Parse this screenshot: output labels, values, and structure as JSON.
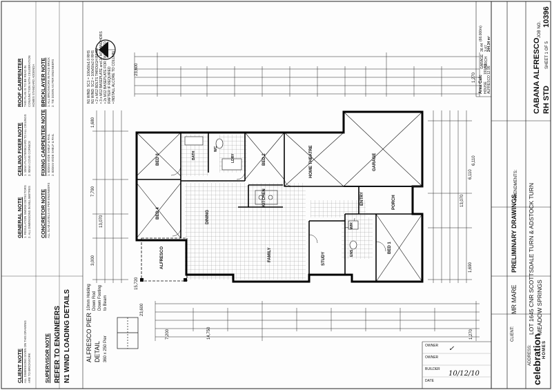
{
  "title_block": {
    "project": "CABANA ALFRESCO",
    "variant": "RH STD",
    "sheet": "SHEET 1 OF 5",
    "job_label": "JOB NO.",
    "job_no": "10396",
    "drawing_status": "PRELIMINARY DRAWINGS",
    "client_label": "CLIENT:",
    "client": "MR MARE",
    "address_label": "ADDRESS:",
    "address_line1": "LOT 1645 CNR SCOTTSDALE TURN & ADSTOCK TURN",
    "address_line2": "MEADOW SPRINGS",
    "amendments_label": "AMENDMENTS:",
    "brand_name": "celebration",
    "brand_sub": "HOMES",
    "owner_label": "OWNER",
    "builder_label": "BUILDER",
    "date_label": "DATE",
    "signature_date": "10/12/10"
  },
  "area_calc": {
    "heading": "Area Calc",
    "rows": [
      {
        "name": "HOUSE",
        "value": "191.52"
      },
      {
        "name": "ALFRESCO",
        "value": "12.95"
      },
      {
        "name": "GARAGE",
        "value": "36.44"
      },
      {
        "name": "PORCH",
        "value": "3.47"
      }
    ],
    "total": "244.34 m²",
    "dimension": "(66.000m)"
  },
  "notes": [
    {
      "heading": "ROOF CARPENTER",
      "lines": [
        "THIS PLAN IS TO BE READ IN",
        "CONJUNCTION WITH CELEBRATION",
        "HOMES STANDARD ADDENDA"
      ]
    },
    {
      "heading": "CEILING FIXER NOTE",
      "lines": [
        "1. 10mm PLASTERBOARD TO ALL CEILINGS",
        "2. 90mm COVE CORNICE"
      ]
    },
    {
      "heading": "GENERAL NOTE",
      "lines": [
        "1. REGULATION SMOKE DETECTORS",
        "2. ALL DIMENSIONS IN MILLIMETRES"
      ]
    },
    {
      "heading": "CONCRETOR NOTE",
      "lines": [
        "ALL SLAB LEVELS AS PER ENGINEERS"
      ]
    },
    {
      "heading": "FIXING CARPENTER NOTE",
      "lines": [
        "1. 820mm WIDE SHELF & RAIL",
        "2. 820mm WIDE SHELF & RAIL"
      ]
    },
    {
      "heading": "BRICKLAYER NOTE",
      "lines": [
        "1. ALL BRICKWORK IN FACE BRICK",
        "2. TIE DOWN AS PER ENGINEERS"
      ]
    },
    {
      "heading": "CLIENT NOTE",
      "lines": [
        "ALL DIMENSIONS GIVEN ON THIS DRAWING",
        "ARE TO BRICKWORK"
      ]
    }
  ],
  "supervisor_note": {
    "heading": "SUPERVISOR NOTE",
    "line1": "REFER TO ENGINEERS",
    "line2": "N1 WIND LOADING DETAILS"
  },
  "pier_detail": {
    "title": "ALFRESCO PIER",
    "subtitle": "DETAIL",
    "size": "360 x 250 Pier",
    "note1": "10mm Holding",
    "note2": "Down Rod",
    "note3": "Down Footing",
    "note4": "to Beam"
  },
  "north_point": "N",
  "rooms": [
    {
      "label": "BED 3"
    },
    {
      "label": "BED 2"
    },
    {
      "label": "HOME THEATRE"
    },
    {
      "label": "GARAGE"
    },
    {
      "label": "BED 4"
    },
    {
      "label": "DINING"
    },
    {
      "label": "KITCHEN"
    },
    {
      "label": "ALFRESCO"
    },
    {
      "label": "FAMILY"
    },
    {
      "label": "STUDY"
    },
    {
      "label": "BED 1"
    },
    {
      "label": "ENTRY"
    },
    {
      "label": "PORCH"
    },
    {
      "label": "WIR"
    },
    {
      "label": "ENS"
    },
    {
      "label": "LDRY"
    },
    {
      "label": "WC"
    },
    {
      "label": "BATH"
    }
  ],
  "dimensions": {
    "overall_length": "23,600",
    "overall_width": "13,070",
    "top_segments": [
      "1,270",
      "15,720",
      "6,110"
    ],
    "bottom_segments": [
      "7,200",
      "14,750",
      "1,270"
    ],
    "left_segments": [
      "7,790",
      "3,000",
      "1,680"
    ],
    "right_segments": [
      "6,110",
      "13,070",
      "1,690"
    ]
  },
  "wind_note": [
    "N1 WIND: SC1 = 100x50x1.0 RHS",
    "N1 WIND: SC2 = 100x50x2.0 RHS",
    "• 2 x M12 BOLTS THROUGH BEAM",
    "• 3 x M12 BASEPLATE and 2x M12 ANCHORS",
    "• 2x M12 BASEPLATE FOR TIMBER TO",
    "  RAFTER IF REQUIRED",
    "• INSTALL ALCORE TO COLUMN"
  ]
}
